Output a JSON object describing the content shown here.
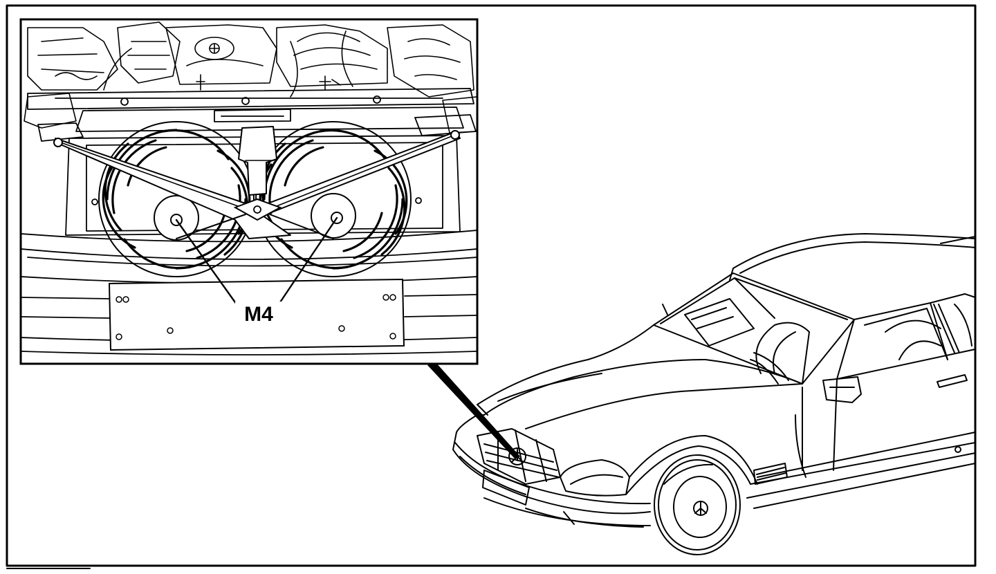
{
  "figure": {
    "callout_label": "M4",
    "detail_subject": "radiator-cooling-fans",
    "overview_subject": "convertible-car-front-three-quarter-view"
  }
}
